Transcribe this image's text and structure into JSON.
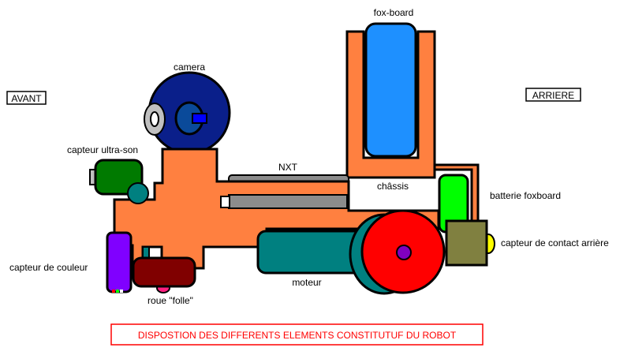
{
  "labels": {
    "front": "AVANT",
    "rear": "ARRIERE",
    "fox_board": "fox-board",
    "camera": "camera",
    "ultrasonic": "capteur ultra-son",
    "nxt": "NXT",
    "chassis": "châssis",
    "foxboard_battery": "batterie foxboard",
    "rear_contact": "capteur de contact arrière",
    "color_sensor": "capteur de couleur",
    "motor": "moteur",
    "caster_wheel": "roue \"folle\"",
    "title": "DISPOSTION DES DIFFERENTS ELEMENTS CONSTITUTUF DU ROBOT"
  },
  "colors": {
    "chassis": "#ff8040",
    "fox_board": "#1e90ff",
    "camera_body": "#0a1f8a",
    "camera_lens": "#0a4a9a",
    "camera_accent": "#0000ff",
    "ultrasonic": "#007a00",
    "ultrasonic_eye": "#008080",
    "nxt": "#8c8c8c",
    "battery": "#00ff00",
    "rear_contact": "#808040",
    "rear_contact_tip": "#ffff00",
    "color_sensor": "#8000ff",
    "caster_wheel": "#800000",
    "caster_support": "#008080",
    "motor": "#008080",
    "wheel": "#ff0000",
    "axle": "#8000c0",
    "title_border": "#ff0000",
    "title_text": "#ff0000"
  }
}
